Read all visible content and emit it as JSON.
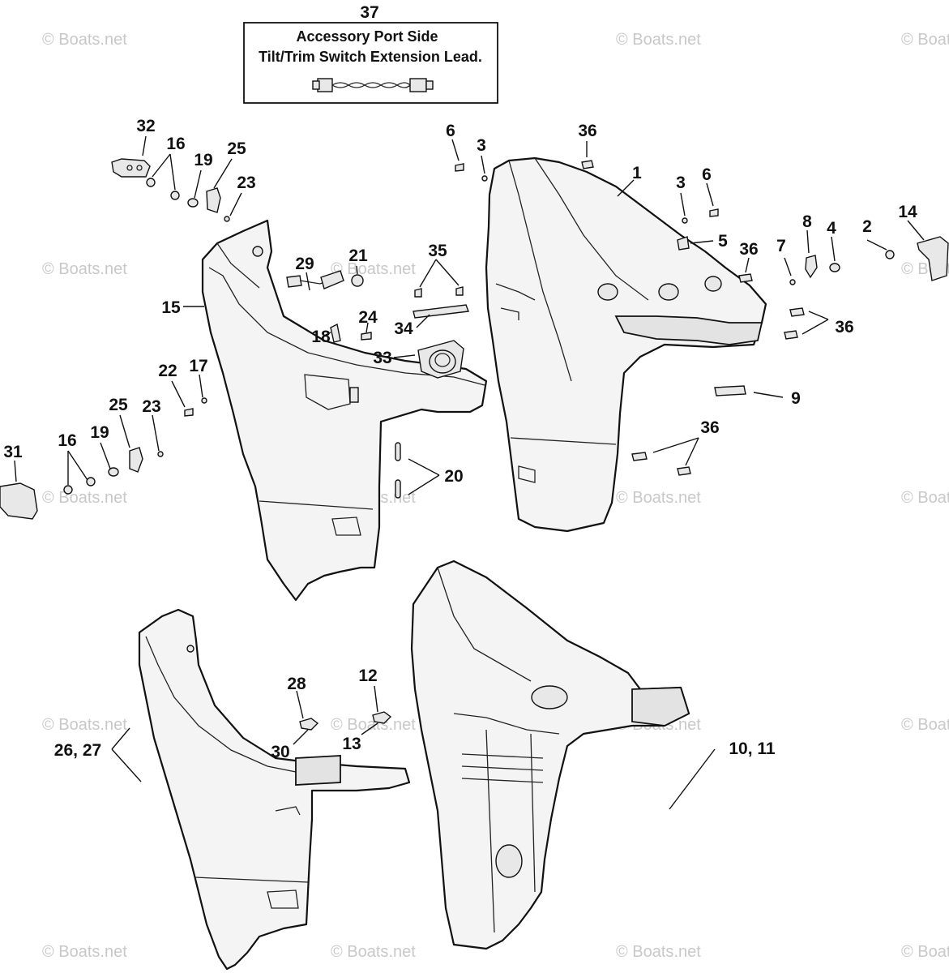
{
  "accessory_box": {
    "number": "37",
    "line1": "Accessory Port Side",
    "line2": "Tilt/Trim Switch Extension Lead."
  },
  "watermark_text": "© Boats.net",
  "callouts": {
    "c1": "1",
    "c2": "2",
    "c3a": "3",
    "c3b": "3",
    "c4": "4",
    "c5": "5",
    "c6a": "6",
    "c6b": "6",
    "c7": "7",
    "c8": "8",
    "c9": "9",
    "c10_11": "10, 11",
    "c12": "12",
    "c13": "13",
    "c14": "14",
    "c15": "15",
    "c16a": "16",
    "c16b": "16",
    "c17": "17",
    "c18": "18",
    "c19a": "19",
    "c19b": "19",
    "c20": "20",
    "c21": "21",
    "c22": "22",
    "c23a": "23",
    "c23b": "23",
    "c24": "24",
    "c25a": "25",
    "c25b": "25",
    "c26_27": "26, 27",
    "c28": "28",
    "c29": "29",
    "c30": "30",
    "c31": "31",
    "c32": "32",
    "c33": "33",
    "c34": "34",
    "c35": "35",
    "c36a": "36",
    "c36b": "36",
    "c36c": "36",
    "c36d": "36"
  },
  "colors": {
    "line": "#111111",
    "watermark": "#c8c8c8",
    "background": "#ffffff"
  }
}
